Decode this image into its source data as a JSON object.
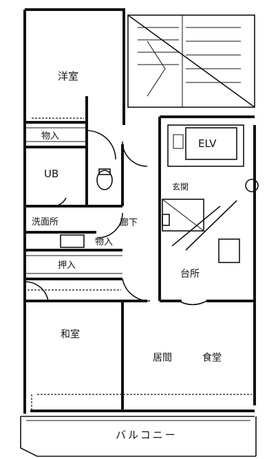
{
  "rooms": {
    "yoshitsu": "洋室",
    "storage_upper": "物入",
    "ub": "UB",
    "washroom": "洗面所",
    "storage_mid": "物入",
    "closet": "押入",
    "corridor": "廊下",
    "elevator": "ELV",
    "entrance": "玄関",
    "kitchen": "台所",
    "washitsu": "和室",
    "living": "居間",
    "dining": "食堂",
    "balcony": "バルコニー"
  }
}
